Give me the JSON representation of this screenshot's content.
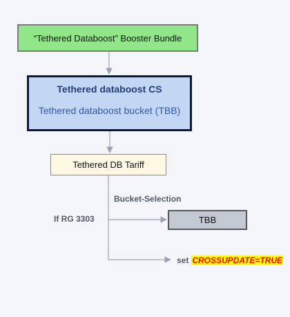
{
  "nodes": {
    "bundle": "“Tethered Databoost” Booster Bundle",
    "cs_title": "Tethered databoost CS",
    "cs_bucket": "Tethered databoost bucket (TBB)",
    "tariff": "Tethered DB Tariff",
    "tbb": "TBB"
  },
  "labels": {
    "bucket_selection": "Bucket-Selection",
    "if_rg": "If RG 3303",
    "set_prefix": "set",
    "set_value": "CROSSUPDATE=TRUE"
  },
  "colors": {
    "bundle_fill": "#90e689",
    "cs_fill": "#c3d6f4",
    "cs_border": "#0d1830",
    "tariff_fill": "#fff8e4",
    "tbb_fill": "#c2c9d2",
    "highlight": "#ffff00",
    "highlight_text": "#ff0000",
    "connector": "#9aa3b2"
  }
}
